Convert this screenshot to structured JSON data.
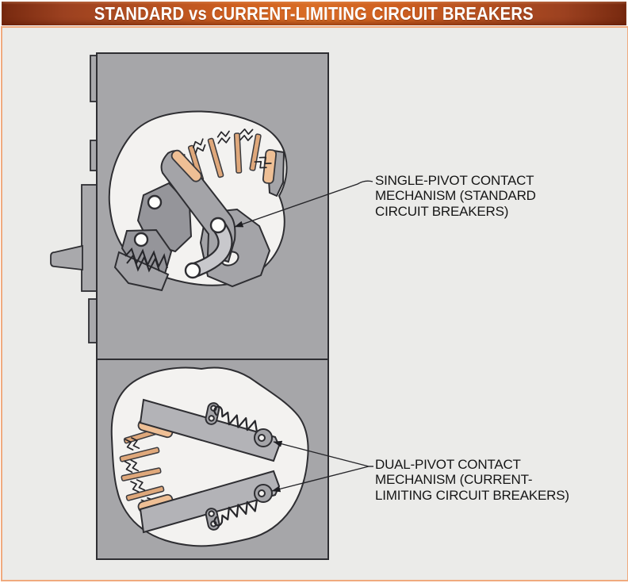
{
  "header": {
    "title": "STANDARD vs CURRENT-LIMITING CIRCUIT BREAKERS"
  },
  "annotations": {
    "single_pivot": {
      "line1": "SINGLE-PIVOT CONTACT",
      "line2": "MECHANISM (STANDARD",
      "line3": "CIRCUIT BREAKERS)"
    },
    "dual_pivot": {
      "line1": "DUAL-PIVOT CONTACT",
      "line2": "MECHANISM (CURRENT-",
      "line3": "LIMITING CIRCUIT BREAKERS)"
    }
  },
  "colors": {
    "header_center": "#d96d26",
    "header_edge": "#77290f",
    "header_text": "#ffffff",
    "panel_bg": "#ebebe9",
    "panel_border": "#f0aa7e",
    "breaker_body_gray": "#a6a6a9",
    "cutout_white": "#f3f2f0",
    "mechanism_gray": "#a4a4a8",
    "copper_plate": "#dfa87b",
    "copper_pad": "#eebf95",
    "outline": "#2e2e32",
    "label_text": "#161616"
  }
}
